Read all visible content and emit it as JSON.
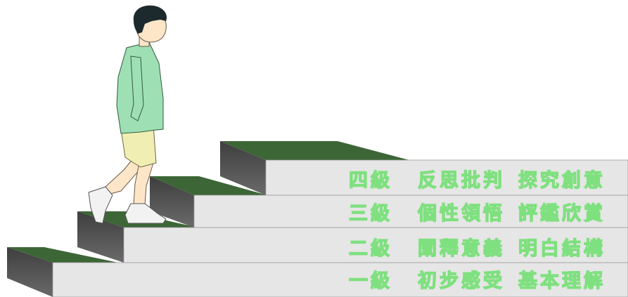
{
  "levels": [
    {
      "level": "四級",
      "left": "反思批判",
      "right": "探究創意"
    },
    {
      "level": "三級",
      "left": "個性領悟",
      "right": "評鑑欣賞"
    },
    {
      "level": "二級",
      "left": "闡釋意義",
      "right": "明白結構"
    },
    {
      "level": "一級",
      "left": "初步感受",
      "right": "基本理解"
    }
  ],
  "colors": {
    "step_top": "#3d6637",
    "step_front": "#e6e6e6",
    "step_side": "#4d4d4d",
    "text_green": "#7fe07f",
    "shirt": "#9ee0b4",
    "shorts": "#f0eeb2",
    "skin": "#fde6c8",
    "hair": "#1d2a2d"
  }
}
